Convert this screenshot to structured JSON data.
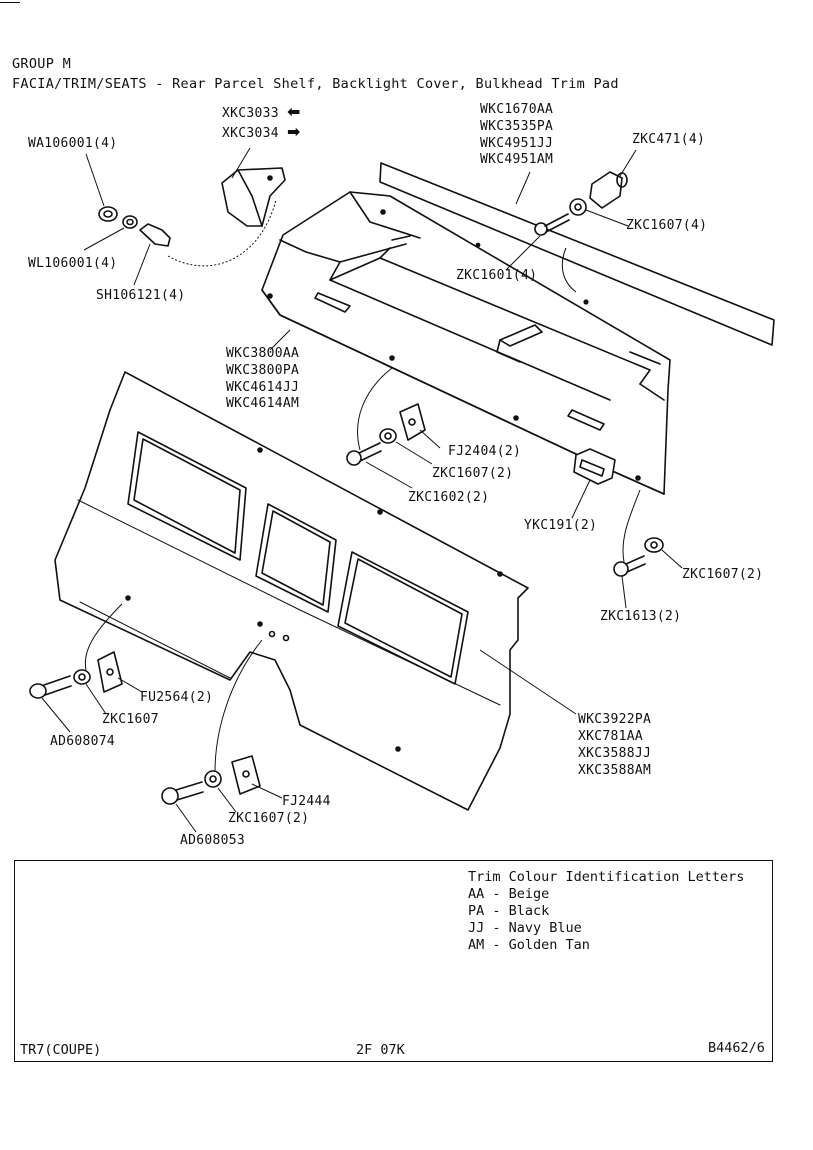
{
  "header": {
    "group": "GROUP M",
    "title": "FACIA/TRIM/SEATS - Rear Parcel Shelf, Backlight Cover, Bulkhead Trim Pad"
  },
  "parts": {
    "wa106001": "WA106001(4)",
    "xkc3033": "XKC3033",
    "xkc3034": "XKC3034",
    "wkc_top": [
      "WKC1670AA",
      "WKC3535PA",
      "WKC4951JJ",
      "WKC4951AM"
    ],
    "zkc471": "ZKC471(4)",
    "zkc1607_top": "ZKC1607(4)",
    "zkc1601": "ZKC1601(4)",
    "wl106001": "WL106001(4)",
    "sh106121": "SH106121(4)",
    "wkc_shelf": [
      "WKC3800AA",
      "WKC3800PA",
      "WKC4614JJ",
      "WKC4614AM"
    ],
    "fj2404": "FJ2404(2)",
    "zkc1607_mid": "ZKC1607(2)",
    "zkc1602": "ZKC1602(2)",
    "ykc191": "YKC191(2)",
    "zkc1607_right": "ZKC1607(2)",
    "zkc1613": "ZKC1613(2)",
    "fu2564": "FU2564(2)",
    "zkc1607_left": "ZKC1607",
    "ad608074": "AD608074",
    "wkc_pad": [
      "WKC3922PA",
      "XKC781AA",
      "XKC3588JJ",
      "XKC3588AM"
    ],
    "fj2444": "FJ2444",
    "zkc1607_bottom": "ZKC1607(2)",
    "ad608053": "AD608053"
  },
  "legend": {
    "title": "Trim Colour Identification Letters",
    "rows": [
      {
        "code": "AA",
        "name": "Beige"
      },
      {
        "code": "PA",
        "name": "Black"
      },
      {
        "code": "JJ",
        "name": "Navy Blue"
      },
      {
        "code": "AM",
        "name": "Golden Tan"
      }
    ]
  },
  "footer": {
    "model": "TR7(COUPE)",
    "page": "2F 07K",
    "ref": "B4462/6"
  },
  "icons": {
    "xkc3033_arrow": "left-arrow-icon",
    "xkc3034_arrow": "right-arrow-icon"
  }
}
